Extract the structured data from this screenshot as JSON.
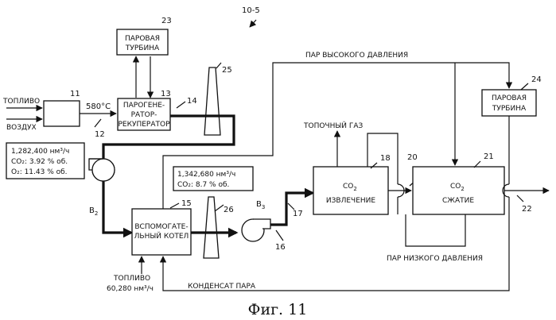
{
  "figure_ref": "10-5",
  "caption": "Фиг. 11",
  "components": {
    "b11": {
      "num": "11"
    },
    "b13": {
      "num": "13",
      "line1": "ПАРОГЕНЕ-",
      "line2": "РАТОР-",
      "line3": "РЕКУПЕРАТОР"
    },
    "b23": {
      "num": "23",
      "line1": "ПАРОВАЯ",
      "line2": "ТУРБИНА"
    },
    "stack25": {
      "num": "25"
    },
    "b15": {
      "num": "15",
      "line1": "ВСПОМОГАТЕ-",
      "line2": "ЛЬНЫЙ КОТЕЛ"
    },
    "stack26": {
      "num": "26"
    },
    "b18": {
      "num": "18",
      "line1": "CO",
      "sub": "2",
      "line2": "ИЗВЛЕЧЕНИЕ"
    },
    "b21": {
      "num": "21",
      "line1": "CO",
      "sub": "2",
      "line2": "СЖАТИЕ"
    },
    "b24": {
      "num": "24",
      "line1": "ПАРОВАЯ",
      "line2": "ТУРБИНА"
    },
    "fan_b2": {
      "label": "B",
      "sub": "2"
    },
    "fan_b3": {
      "label": "B",
      "sub": "3"
    }
  },
  "labels": {
    "fuel": "ТОПЛИВО",
    "air": "ВОЗДУХ",
    "temp": "580°C",
    "line12": "12",
    "line14": "14",
    "line16": "16",
    "line17": "17",
    "line20": "20",
    "line22": "22",
    "hp_steam": "ПАР ВЫСОКОГО ДАВЛЕНИЯ",
    "flue_gas": "ТОПОЧНЫЙ ГАЗ",
    "lp_steam": "ПАР НИЗКОГО ДАВЛЕНИЯ",
    "condensate": "КОНДЕНСАТ ПАРА",
    "fuel2": "ТОПЛИВО",
    "fuel2_flow": "60,280 нм³/ч"
  },
  "annotation1": {
    "line1": "1,282,400 нм³/ч",
    "line2": "CO₂: 3.92 % об.",
    "line3": "O₂: 11.43 % об."
  },
  "annotation2": {
    "line1": "1,342,680 нм³/ч",
    "line2": "CO₂: 8.7  % об."
  }
}
